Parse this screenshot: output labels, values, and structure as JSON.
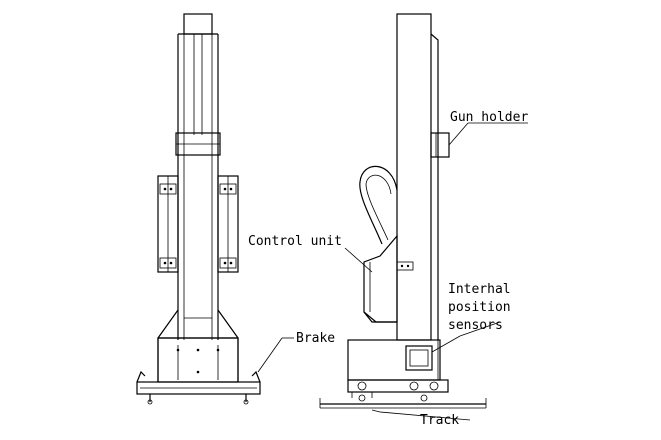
{
  "labels": {
    "gun_holder": "Gun holder",
    "control_unit": "Control unit",
    "internal_line1": "Interhal",
    "internal_line2": "position",
    "internal_line3": "sensors",
    "brake": "Brake",
    "track": "Track"
  },
  "colors": {
    "line": "#000000",
    "background": "#ffffff"
  }
}
